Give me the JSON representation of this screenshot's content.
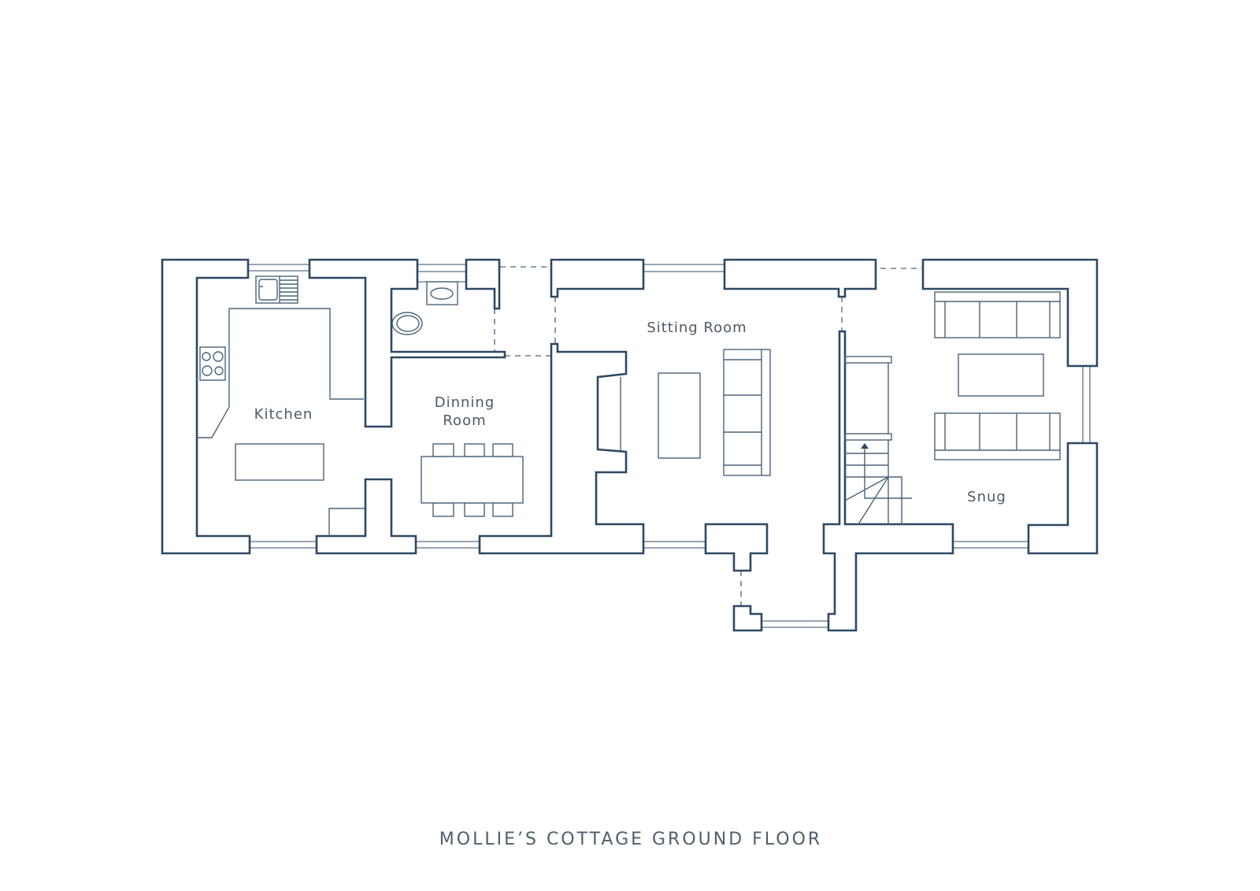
{
  "plan": {
    "title": "MOLLIE’S COTTAGE GROUND FLOOR",
    "rooms": {
      "kitchen": "Kitchen",
      "dining_line1": "Dinning",
      "dining_line2": "Room",
      "sitting": "Sitting Room",
      "snug": "Snug"
    },
    "colors": {
      "wall": "#2d4862",
      "furniture": "#4a6478",
      "text": "#4b5a66"
    }
  }
}
